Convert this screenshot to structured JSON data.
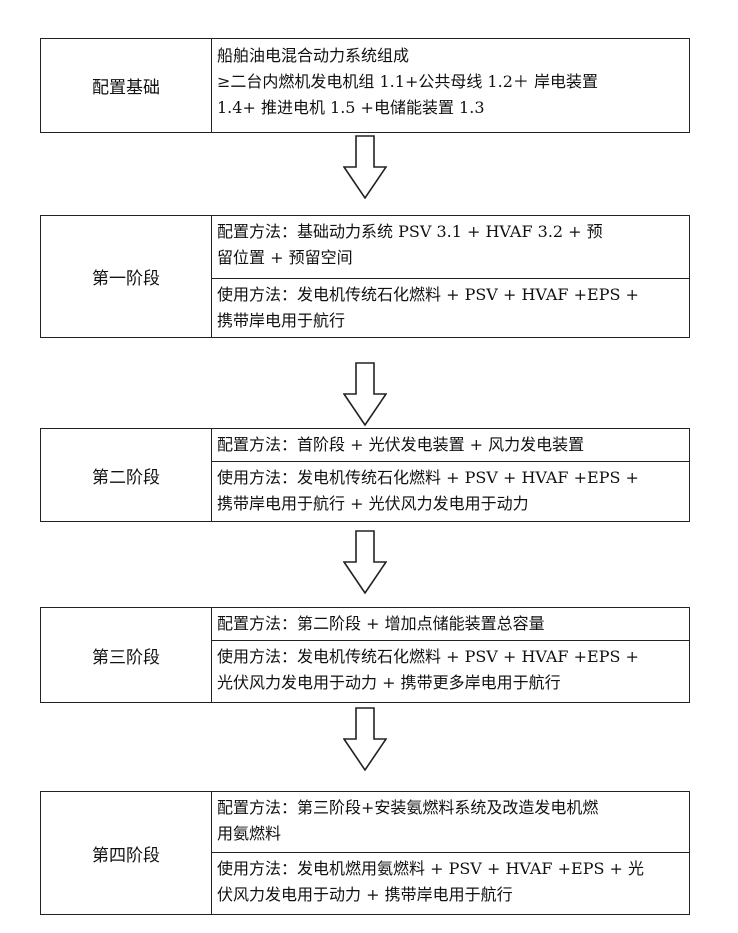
{
  "stages": [
    {
      "label": "配置基础",
      "content": [
        "船舶油电混合动力系统组成",
        "≥二台内燃机发电机组 1.1+公共母线 1.2＋ 岸电装置",
        "1.4+ 推进电机 1.5 +电储能装置 1.3"
      ]
    },
    {
      "label": "第一阶段",
      "config": [
        "配置方法：基础动力系统 PSV  3.1 +  HVAF 3.2 + 预",
        "留位置 + 预留空间"
      ],
      "usage": [
        "使用方法：发电机传统石化燃料 + PSV + HVAF +EPS +",
        "携带岸电用于航行"
      ]
    },
    {
      "label": "第二阶段",
      "config": [
        "配置方法：首阶段 + 光伏发电装置 + 风力发电装置"
      ],
      "usage": [
        "使用方法：发电机传统石化燃料 + PSV + HVAF +EPS +",
        "携带岸电用于航行 + 光伏风力发电用于动力"
      ]
    },
    {
      "label": "第三阶段",
      "config": [
        "配置方法：第二阶段 + 增加点储能装置总容量"
      ],
      "usage": [
        "使用方法：发电机传统石化燃料 + PSV + HVAF +EPS +",
        "光伏风力发电用于动力 + 携带更多岸电用于航行"
      ]
    },
    {
      "label": "第四阶段",
      "config": [
        "配置方法：第三阶段+安装氨燃料系统及改造发电机燃",
        "用氨燃料"
      ],
      "usage": [
        "使用方法：发电机燃用氨燃料 + PSV + HVAF +EPS + 光",
        "伏风力发电用于动力 + 携带岸电用于航行"
      ]
    }
  ]
}
